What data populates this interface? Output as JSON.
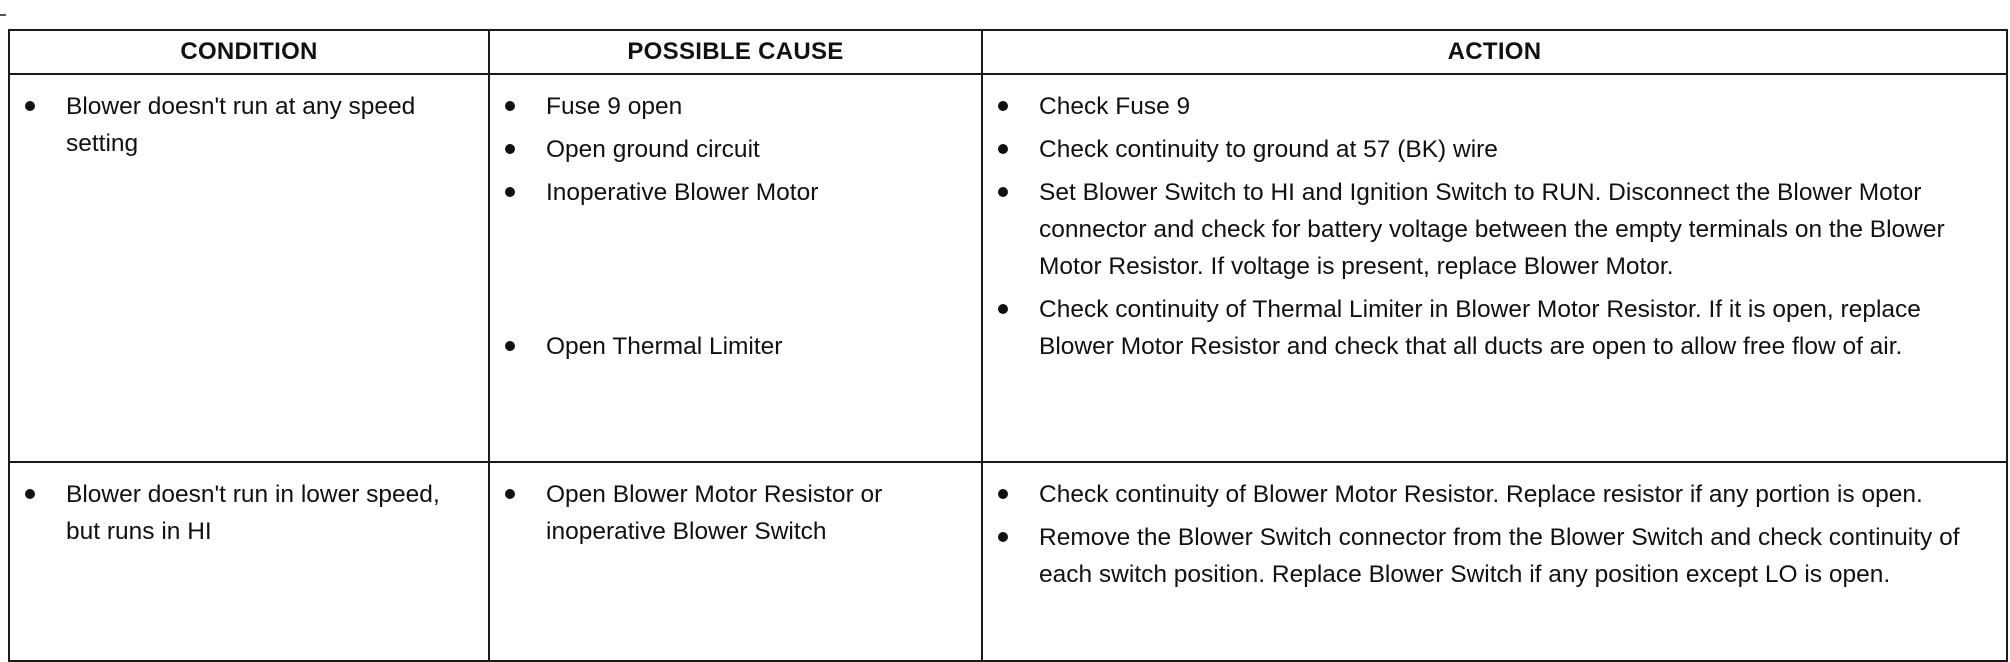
{
  "headers": {
    "condition": "CONDITION",
    "cause": "POSSIBLE CAUSE",
    "action": "ACTION"
  },
  "rows": [
    {
      "condition": "Blower doesn't run at any speed setting",
      "causes": [
        "Fuse 9 open",
        "Open ground circuit",
        "Inoperative Blower Motor",
        "Open Thermal Limiter"
      ],
      "actions": [
        "Check Fuse 9",
        "Check continuity to ground at 57 (BK) wire",
        "Set Blower Switch to HI and Ignition Switch to RUN. Disconnect the Blower Motor connector and check for battery voltage between the empty terminals on the Blower Motor Resistor. If voltage is present, replace Blower Motor.",
        "Check continuity of Thermal Limiter in Blower Motor Resistor. If it is open, replace Blower Motor Resistor and check that all ducts are open to allow free flow of air."
      ]
    },
    {
      "condition": "Blower doesn't run in lower speed, but runs in HI",
      "causes": [
        "Open Blower Motor Resistor or inoperative Blower Switch"
      ],
      "actions": [
        "Check continuity of Blower Motor Resistor. Replace resistor if any portion is open.",
        "Remove the Blower Switch connector from the Blower Switch and check continuity of each switch position. Replace Blower Switch if any position except LO is open."
      ]
    }
  ]
}
